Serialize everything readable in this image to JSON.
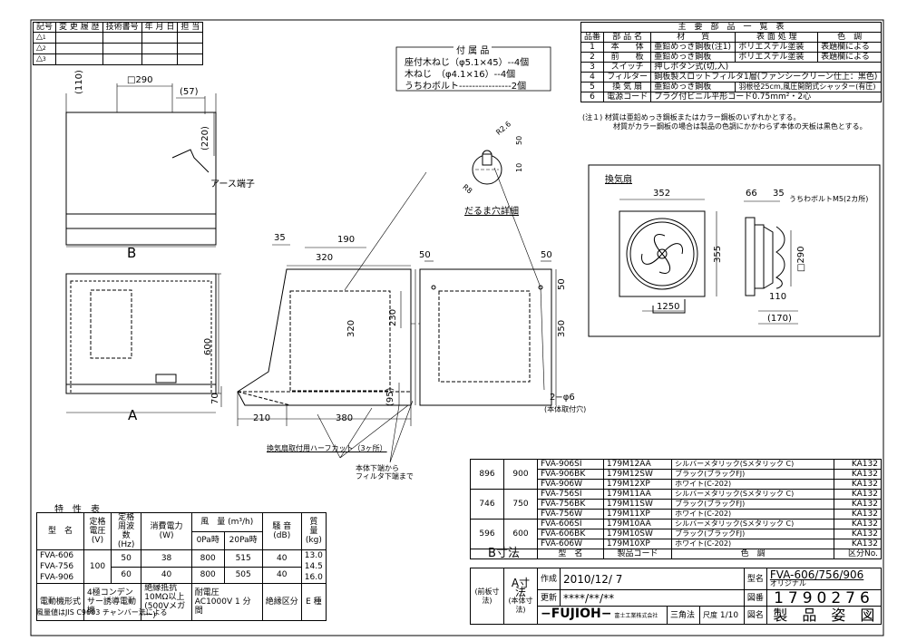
{
  "revision_table": {
    "headers": [
      "記号",
      "変 更 履 歴",
      "技術書号",
      "年 月 日",
      "担 当"
    ],
    "marks": [
      "1",
      "2",
      "3"
    ]
  },
  "accessories": {
    "title": "付 属 品",
    "lines": [
      "座付木ねじ（φ5.1×45）--4個",
      "木ねじ　（φ4.1×16）--4個",
      "うちわボルト----------------2個"
    ]
  },
  "parts_table": {
    "title": "主　要　部　品　一　覧　表",
    "headers": [
      "品番",
      "部 品 名",
      "材　　質",
      "表 面 処 理",
      "色　調"
    ],
    "rows": [
      [
        "1",
        "本　　体",
        "亜鉛めっき鋼板(注1)",
        "ポリエステル塗装",
        "表題欄による"
      ],
      [
        "2",
        "前　　板",
        "亜鉛めっき鋼板",
        "ポリエステル塗装",
        "表題欄による"
      ],
      [
        "3",
        "スイッチ",
        "押しボタン式(切,入)",
        "",
        ""
      ],
      [
        "4",
        "フィルター",
        "鋼板製スロットフィルタ1層(ファンシークリーン仕上：黒色)",
        "",
        ""
      ],
      [
        "5",
        "換 気 扇",
        "亜鉛めっき鋼板",
        "羽根径25cm,風圧開閉式シャッター(有圧)",
        ""
      ],
      [
        "6",
        "電源コード",
        "プラグ付ビニル平形コード0.75mm²・2心",
        "",
        ""
      ]
    ],
    "notes": [
      "(注１) 材質は亜鉛めっき鋼板またはカラー鋼板のいずれかとする。",
      "材質がカラー鋼板の場合は製品の色調にかかわらず本体の天板は黒色とする。"
    ]
  },
  "drawing_labels": {
    "dim_290": "□290",
    "dim_57": "(57)",
    "dim_110": "(110)",
    "dim_220": "(220)",
    "earth": "アース端子",
    "label_b": "B",
    "label_a": "A",
    "dim_600": "600",
    "dim_70": "70",
    "dim_35": "35",
    "dim_190": "190",
    "dim_320a": "320",
    "dim_230": "230",
    "dim_320b": "320",
    "dim_95": "(95)",
    "dim_210": "210",
    "dim_380": "380",
    "dim_50a": "50",
    "dim_50b": "50",
    "dim_50c": "50",
    "dim_350": "350",
    "holes": "2−φ6",
    "holes_note": "(本体取付穴)",
    "halfcut": "換気扇取付用ハーフカット（3ヶ所）",
    "from_bottom_1": "本体下端から",
    "from_bottom_2": "フィルタ下端まで",
    "daruma_r26": "R2.6",
    "daruma_50": "50",
    "daruma_10": "10",
    "daruma_r8": "R8",
    "daruma_caption": "だるま穴詳細"
  },
  "fan_box": {
    "title": "換気扇",
    "dim_352": "352",
    "dim_355": "355",
    "dim_66": "66",
    "dim_35": "35",
    "bolt": "うちわボルトM5(2カ所)",
    "dim_290": "□290",
    "dim_110": "110",
    "dim_1250": "1250",
    "dim_170": "(170)"
  },
  "spec_table": {
    "title": "特　性　表",
    "h_model": "型　名",
    "h_voltage": "定格電圧\n(V)",
    "h_freq": "定格周波数\n(Hz)",
    "h_power": "消費電力\n(W)",
    "h_air": "風　量 (m³/h)",
    "h_air0": "0Pa時",
    "h_air20": "20Pa時",
    "h_noise": "騒 音\n(dB)",
    "h_mass": "質 量\n(kg)",
    "models": [
      "FVA-606",
      "FVA-756",
      "FVA-906"
    ],
    "voltage": "100",
    "r50": [
      "50",
      "38",
      "800",
      "515",
      "40"
    ],
    "r60": [
      "60",
      "40",
      "800",
      "505",
      "40"
    ],
    "masses": [
      "13.0",
      "14.5",
      "16.0"
    ],
    "motor_label": "電動機形式",
    "motor_value": "4極コンデンサー誘導電動機",
    "insul_label": "絶縁抵抗",
    "insul_value": "10MΩ以上(500Vメガー)",
    "withstand_label": "耐電圧",
    "withstand_value": "AC1000V 1 分 間",
    "class_label": "絶縁区分",
    "class_value": "E 種",
    "footnote": "風量値はJIS C9603 チャンバー法による"
  },
  "model_table": {
    "groups": [
      {
        "b": "896",
        "a": "900",
        "rows": [
          [
            "FVA-906SI",
            "179M12AA",
            "シルバーメタリック(Sメタリック C)",
            "KA132"
          ],
          [
            "FVA-906BK",
            "179M12SW",
            "ブラック(ブラックFJ)",
            "KA132"
          ],
          [
            "FVA-906W",
            "179M12XP",
            "ホワイト(C-202)",
            "KA132"
          ]
        ]
      },
      {
        "b": "746",
        "a": "750",
        "rows": [
          [
            "FVA-756SI",
            "179M11AA",
            "シルバーメタリック(Sメタリック C)",
            "KA132"
          ],
          [
            "FVA-756BK",
            "179M11SW",
            "ブラック(ブラックFJ)",
            "KA132"
          ],
          [
            "FVA-756W",
            "179M11XP",
            "ホワイト(C-202)",
            "KA132"
          ]
        ]
      },
      {
        "b": "596",
        "a": "600",
        "rows": [
          [
            "FVA-606SI",
            "179M10AA",
            "シルバーメタリック(Sメタリック C)",
            "KA132"
          ],
          [
            "FVA-606BK",
            "179M10SW",
            "ブラック(ブラックFJ)",
            "KA132"
          ],
          [
            "FVA-606W",
            "179M10XP",
            "ホワイト(C-202)",
            "KA132"
          ]
        ]
      }
    ],
    "h_model": "型　名",
    "h_code": "製品コード",
    "h_color": "色　調",
    "h_class": "区分No."
  },
  "title_block": {
    "b_dim": "B寸法",
    "b_note": "(前板寸法)",
    "a_dim": "A寸法",
    "a_note": "(本体寸法)",
    "created_label": "作成",
    "created": "2010/12/ 7",
    "revised_label": "更新",
    "revised": "****/**/**",
    "company": "−FUJIOH−",
    "company_sub": "富士工業株式会社",
    "method": "三角法",
    "scale_label": "尺度",
    "scale": "1/10",
    "model_label": "型名",
    "model": "FVA-606/756/906",
    "original": "オリジナル",
    "drawing_no_label": "図番",
    "drawing_no": "1790276",
    "doc_label": "図名",
    "doc_title": "製　品　姿　図"
  }
}
